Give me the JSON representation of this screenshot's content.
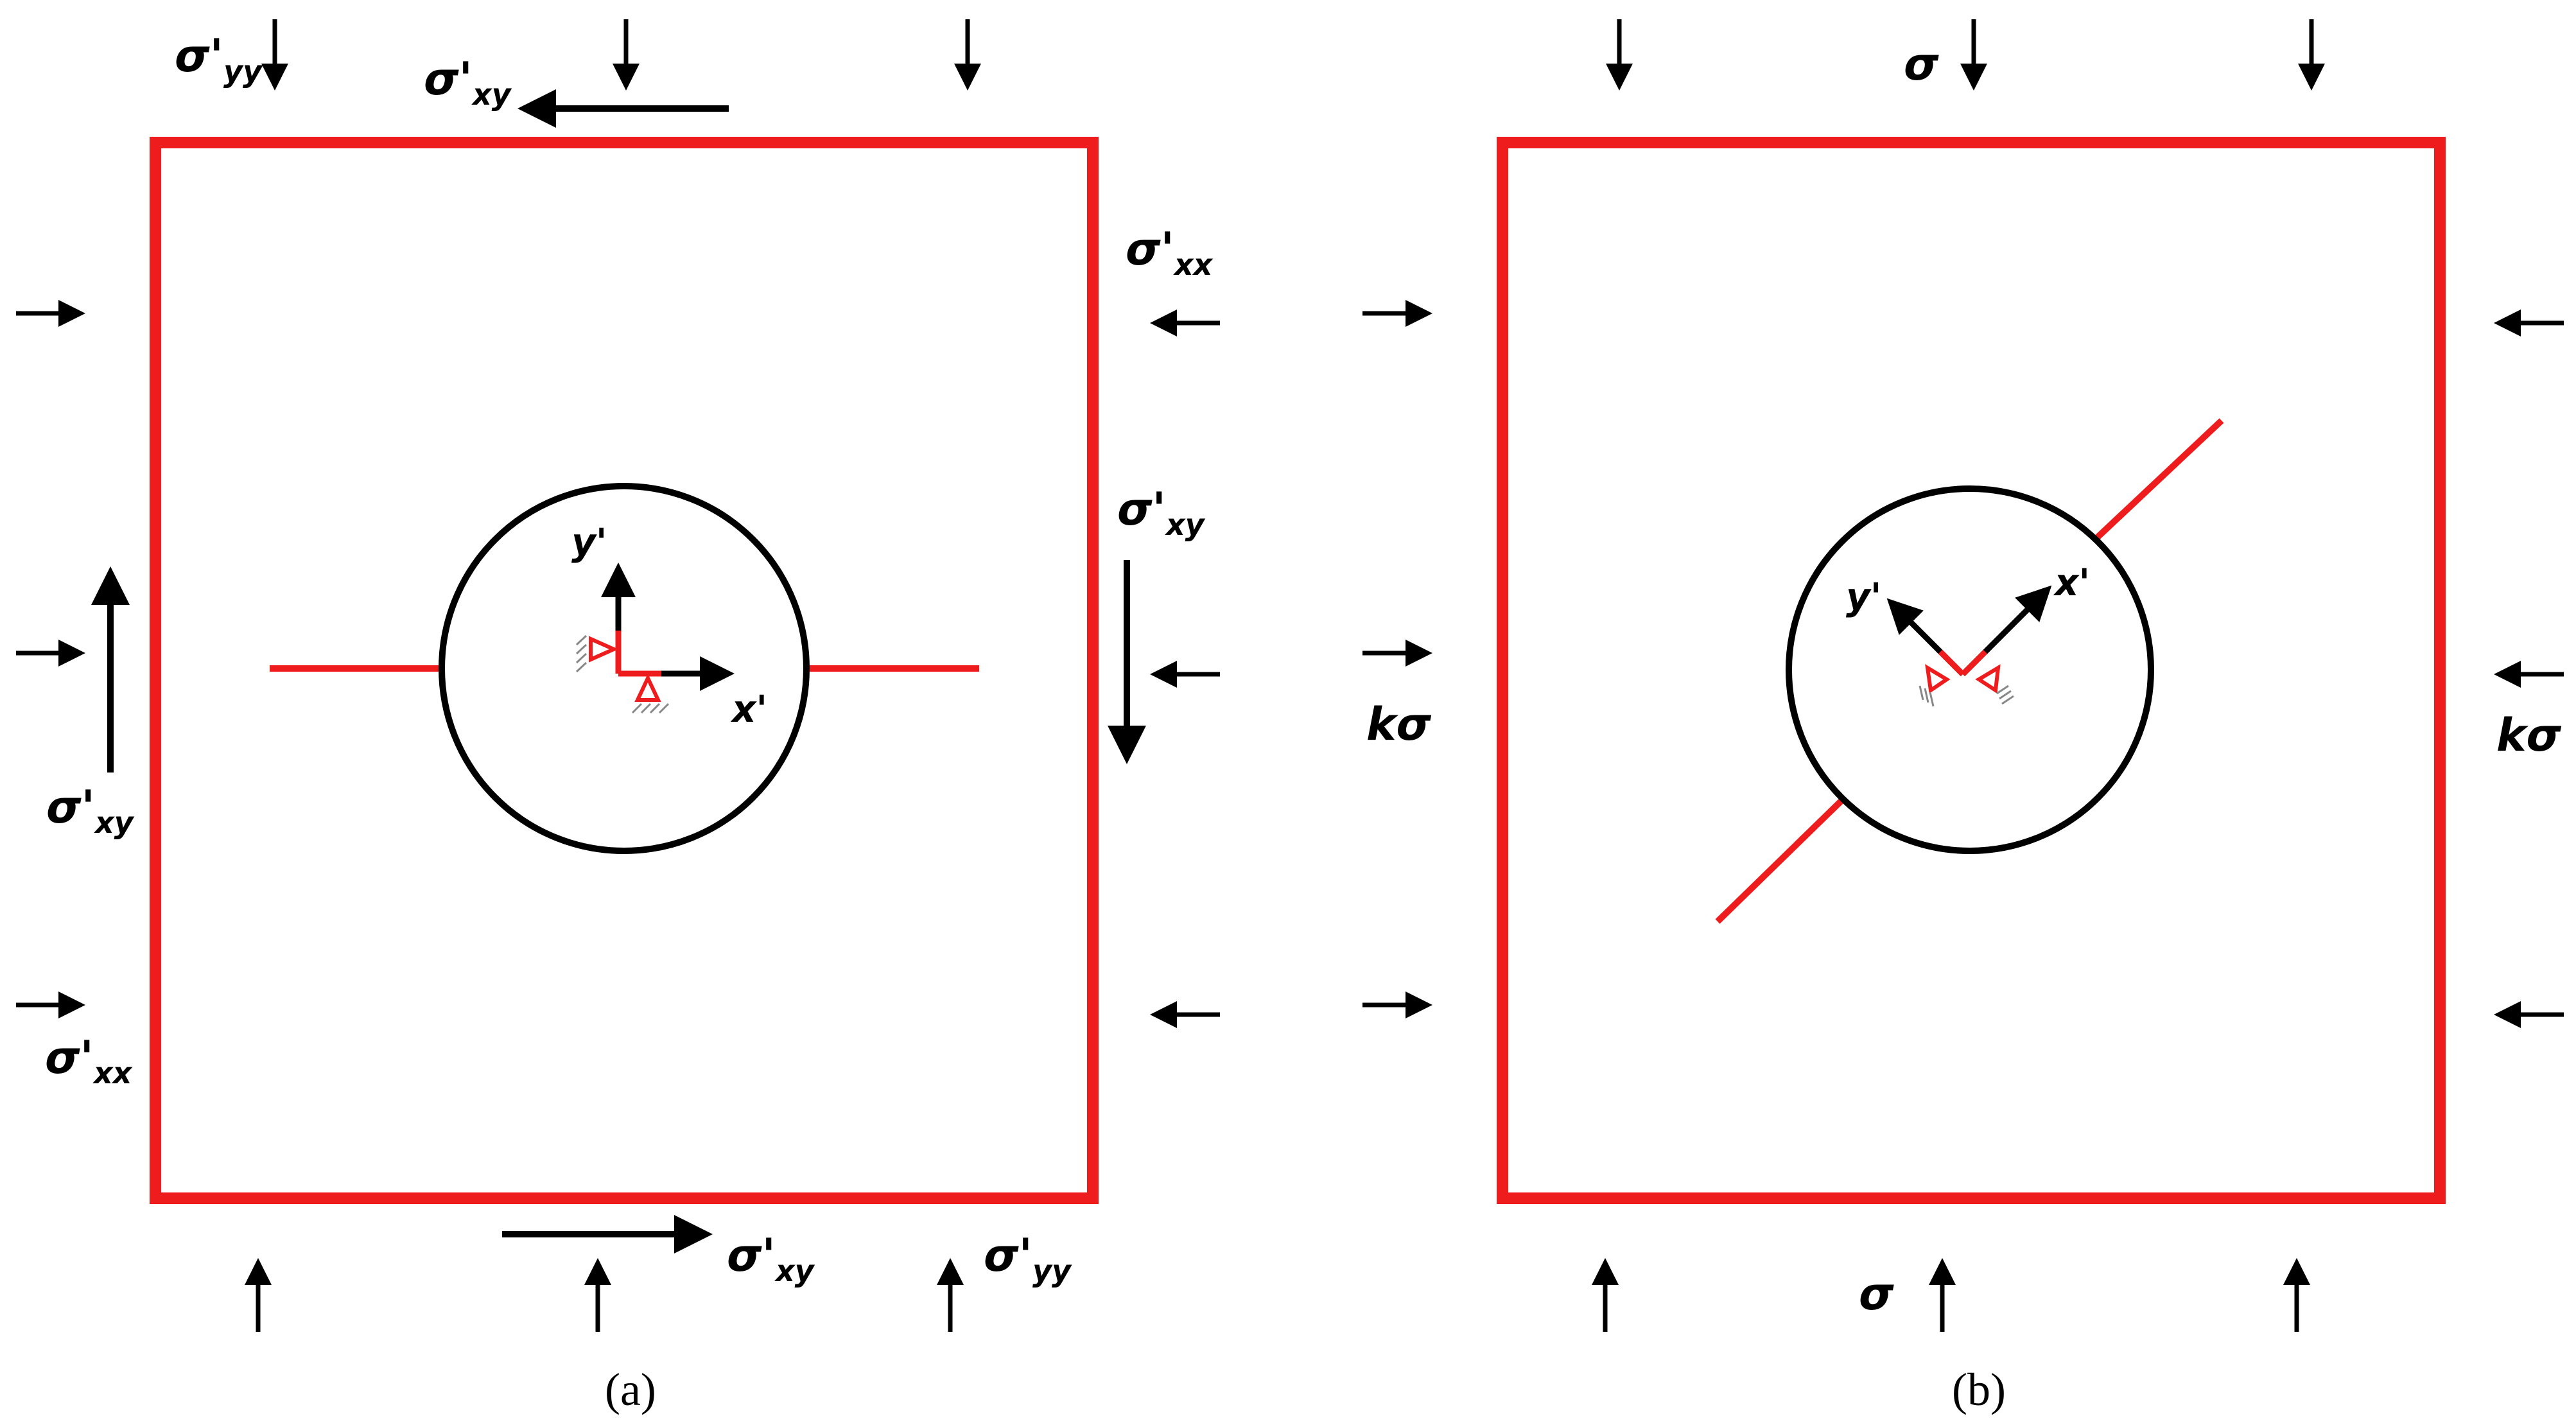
{
  "panels": [
    {
      "id": "a",
      "caption": "(a)",
      "labels": {
        "syy_top": {
          "main": "σ'",
          "sub": "yy"
        },
        "sxy_top": {
          "main": "σ'",
          "sub": "xy"
        },
        "sxx_right": {
          "main": "σ'",
          "sub": "xx"
        },
        "sxy_right": {
          "main": "σ'",
          "sub": "xy"
        },
        "sxy_left": {
          "main": "σ'",
          "sub": "xy"
        },
        "sxx_left": {
          "main": "σ'",
          "sub": "xx"
        },
        "sxy_bottom": {
          "main": "σ'",
          "sub": "xy"
        },
        "syy_bottom": {
          "main": "σ'",
          "sub": "yy"
        }
      },
      "axes": {
        "x": "x'",
        "y": "y'"
      }
    },
    {
      "id": "b",
      "caption": "(b)",
      "labels": {
        "sigma_top": "σ",
        "sigma_bottom": "σ",
        "ksigma_left": "kσ",
        "ksigma_right": "kσ"
      },
      "axes": {
        "x": "x'",
        "y": "y'"
      }
    }
  ],
  "colors": {
    "frame": "#ee1c1c",
    "crack": "#ee1c1c",
    "ink": "#000000",
    "support": "#ee1c1c",
    "hatch": "#888888"
  }
}
